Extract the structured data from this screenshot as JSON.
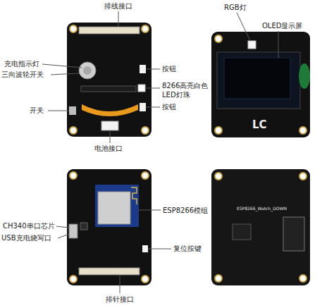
{
  "diagram": {
    "labels": [
      "排线接口",
      "充电指示灯",
      "三向波轮开关",
      "按钮",
      "8266高亮白色 LED灯珠",
      "按钮",
      "开关",
      "电池接口",
      "RGB灯",
      "OLED显示屏",
      "LC",
      "ESP8266模组",
      "CH340串口芯片",
      "USB充电烧写口",
      "复位按键",
      "排针接口",
      "ESP8266_Watch_DOWN"
    ]
  }
}
